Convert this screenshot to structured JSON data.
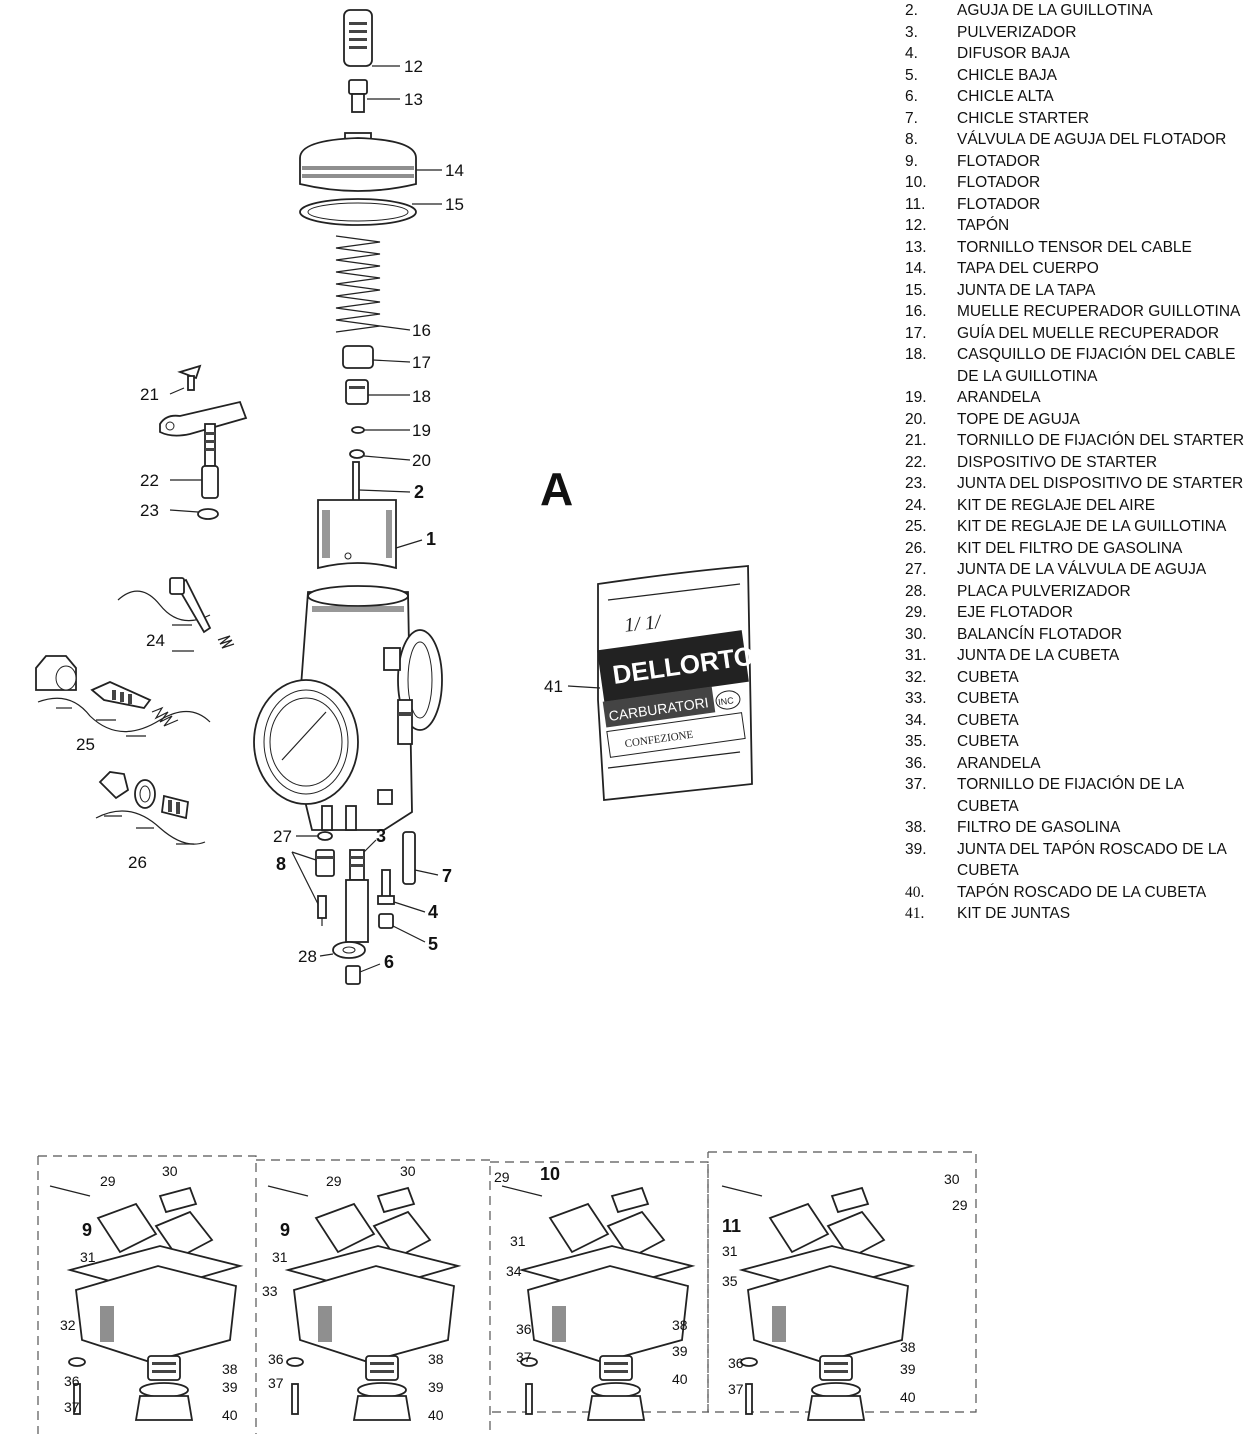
{
  "figure_letter": "A",
  "legend": [
    {
      "num": "2.",
      "text": "AGUJA DE LA GUILLOTINA"
    },
    {
      "num": "3.",
      "text": "PULVERIZADOR"
    },
    {
      "num": "4.",
      "text": "DIFUSOR BAJA"
    },
    {
      "num": "5.",
      "text": "CHICLE BAJA"
    },
    {
      "num": "6.",
      "text": "CHICLE ALTA"
    },
    {
      "num": "7.",
      "text": "CHICLE STARTER"
    },
    {
      "num": "8.",
      "text": "VÁLVULA DE AGUJA DEL FLOTADOR"
    },
    {
      "num": "9.",
      "text": "FLOTADOR"
    },
    {
      "num": "10.",
      "text": "FLOTADOR"
    },
    {
      "num": "11.",
      "text": "FLOTADOR"
    },
    {
      "num": "12.",
      "text": "TAPÓN"
    },
    {
      "num": "13.",
      "text": "TORNILLO TENSOR DEL CABLE"
    },
    {
      "num": "14.",
      "text": "TAPA DEL CUERPO"
    },
    {
      "num": "15.",
      "text": "JUNTA DE LA TAPA"
    },
    {
      "num": "16.",
      "text": "MUELLE RECUPERADOR GUILLOTINA"
    },
    {
      "num": "17.",
      "text": "GUÍA DEL MUELLE RECUPERADOR"
    },
    {
      "num": "18.",
      "text": "CASQUILLO DE FIJACIÓN DEL CABLE DE LA GUILLOTINA"
    },
    {
      "num": "19.",
      "text": "ARANDELA"
    },
    {
      "num": "20.",
      "text": "TOPE DE AGUJA"
    },
    {
      "num": "21.",
      "text": "TORNILLO DE FIJACIÓN DEL STARTER"
    },
    {
      "num": "22.",
      "text": "DISPOSITIVO DE STARTER"
    },
    {
      "num": "23.",
      "text": "JUNTA DEL DISPOSITIVO DE STARTER"
    },
    {
      "num": "24.",
      "text": "KIT DE REGLAJE DEL AIRE"
    },
    {
      "num": "25.",
      "text": "KIT DE REGLAJE DE LA GUILLOTINA"
    },
    {
      "num": "26.",
      "text": "KIT DEL FILTRO DE GASOLINA"
    },
    {
      "num": "27.",
      "text": "JUNTA DE LA VÁLVULA DE AGUJA"
    },
    {
      "num": "28.",
      "text": "PLACA PULVERIZADOR"
    },
    {
      "num": "29.",
      "text": "EJE FLOTADOR"
    },
    {
      "num": "30.",
      "text": "BALANCÍN FLOTADOR"
    },
    {
      "num": "31.",
      "text": "JUNTA DE LA CUBETA"
    },
    {
      "num": "32.",
      "text": "CUBETA"
    },
    {
      "num": "33.",
      "text": "CUBETA"
    },
    {
      "num": "34.",
      "text": "CUBETA"
    },
    {
      "num": "35.",
      "text": "CUBETA"
    },
    {
      "num": "36.",
      "text": "ARANDELA"
    },
    {
      "num": "37.",
      "text": "TORNILLO DE FIJACIÓN DE LA CUBETA"
    },
    {
      "num": "38.",
      "text": "FILTRO DE GASOLINA"
    },
    {
      "num": "39.",
      "text": "JUNTA DEL TAPÓN ROSCADO DE LA CUBETA"
    },
    {
      "num": "40.",
      "text": "TAPÓN ROSCADO DE LA CUBETA"
    },
    {
      "num": "41.",
      "text": "KIT DE JUNTAS"
    }
  ],
  "callouts": {
    "c1": "1",
    "c2": "2",
    "c3": "3",
    "c4": "4",
    "c5": "5",
    "c6": "6",
    "c7": "7",
    "c8": "8",
    "c12": "12",
    "c13": "13",
    "c14": "14",
    "c15": "15",
    "c16": "16",
    "c17": "17",
    "c18": "18",
    "c19": "19",
    "c20": "20",
    "c21": "21",
    "c22": "22",
    "c23": "23",
    "c24": "24",
    "c25": "25",
    "c26": "26",
    "c27": "27",
    "c28": "28",
    "c41": "41"
  },
  "bag_text": {
    "brand": "DELLORTO",
    "line1": "CARBURATORI",
    "badge": "INC",
    "line2": "CONFEZIONE",
    "handwritten": "1/ 1/"
  },
  "bowl_panels": [
    {
      "labels": [
        "29",
        "30",
        "9",
        "31",
        "32",
        "36",
        "37",
        "38",
        "39",
        "40"
      ]
    },
    {
      "labels": [
        "29",
        "30",
        "9",
        "31",
        "33",
        "36",
        "37",
        "38",
        "39",
        "40"
      ]
    },
    {
      "labels": [
        "29",
        "10",
        "31",
        "34",
        "36",
        "37",
        "38",
        "39",
        "40"
      ]
    },
    {
      "labels": [
        "30",
        "29",
        "11",
        "31",
        "35",
        "36",
        "37",
        "38",
        "39",
        "40"
      ]
    }
  ]
}
